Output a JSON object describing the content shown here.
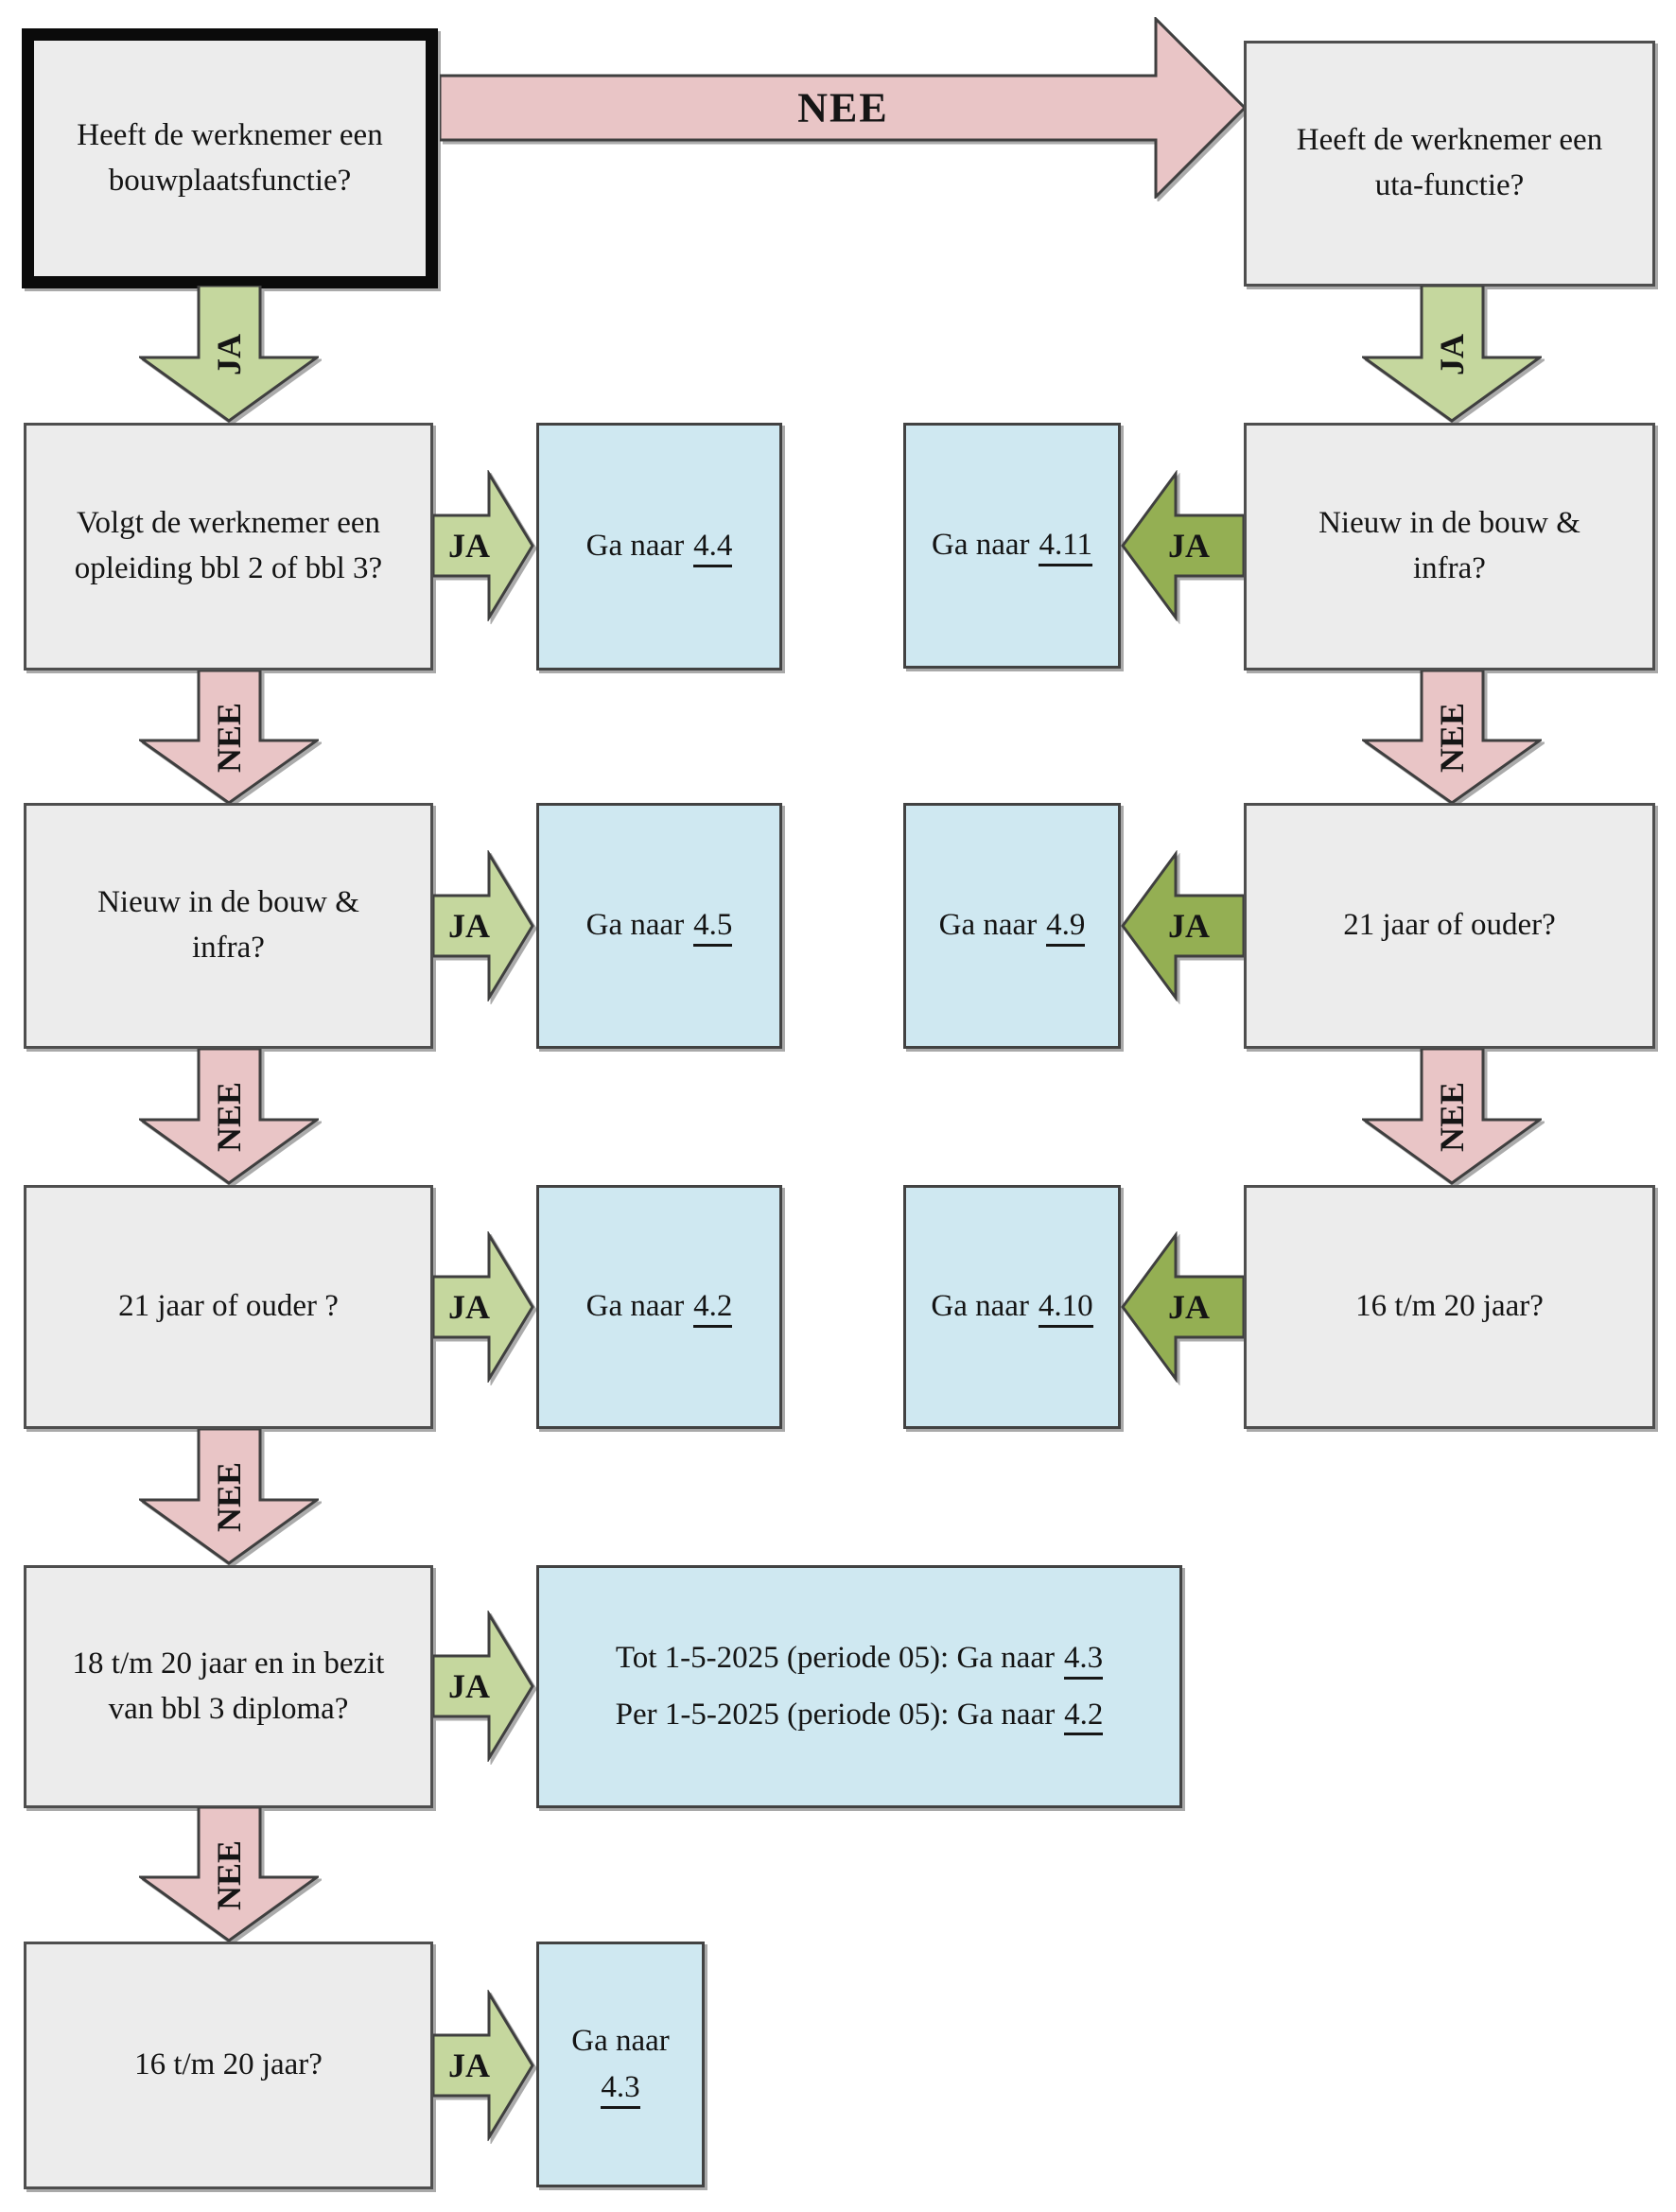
{
  "labels": {
    "yes": "JA",
    "no": "NEE"
  },
  "colors": {
    "pink": "#e9c5c6",
    "green_light": "#c5d79e",
    "green_dark": "#94af53",
    "blue": "#cfe8f1",
    "gray": "#ececec"
  },
  "left": {
    "q1": {
      "text": "Heeft de werknemer een\nbouwplaatsfunctie?"
    },
    "q2": {
      "text": "Volgt de werknemer een\nopleiding bbl 2 of bbl 3?",
      "target": {
        "pre": "Ga naar",
        "ref": "4.4"
      }
    },
    "q3": {
      "text": "Nieuw in de bouw &\ninfra?",
      "target": {
        "pre": "Ga naar",
        "ref": "4.5"
      }
    },
    "q4": {
      "text": "21 jaar of ouder ?",
      "target": {
        "pre": "Ga naar",
        "ref": "4.2"
      }
    },
    "q5": {
      "text": "18 t/m 20 jaar en in bezit\nvan bbl 3 diploma?",
      "target_lines": [
        {
          "pre": "Tot 1-5-2025 (periode 05): Ga naar",
          "ref": "4.3"
        },
        {
          "pre": "Per 1-5-2025 (periode 05): Ga naar",
          "ref": "4.2"
        }
      ]
    },
    "q6": {
      "text": "16 t/m 20 jaar?",
      "target": {
        "pre": "Ga naar",
        "ref": "4.3"
      }
    }
  },
  "right": {
    "q1": {
      "text": "Heeft de werknemer een\nuta-functie?"
    },
    "q2": {
      "text": "Nieuw in de bouw &\ninfra?",
      "target": {
        "pre": "Ga naar",
        "ref": "4.11"
      }
    },
    "q3": {
      "text": "21 jaar of ouder?",
      "target": {
        "pre": "Ga naar",
        "ref": "4.9"
      }
    },
    "q4": {
      "text": "16 t/m 20 jaar?",
      "target": {
        "pre": "Ga naar",
        "ref": "4.10"
      }
    }
  }
}
